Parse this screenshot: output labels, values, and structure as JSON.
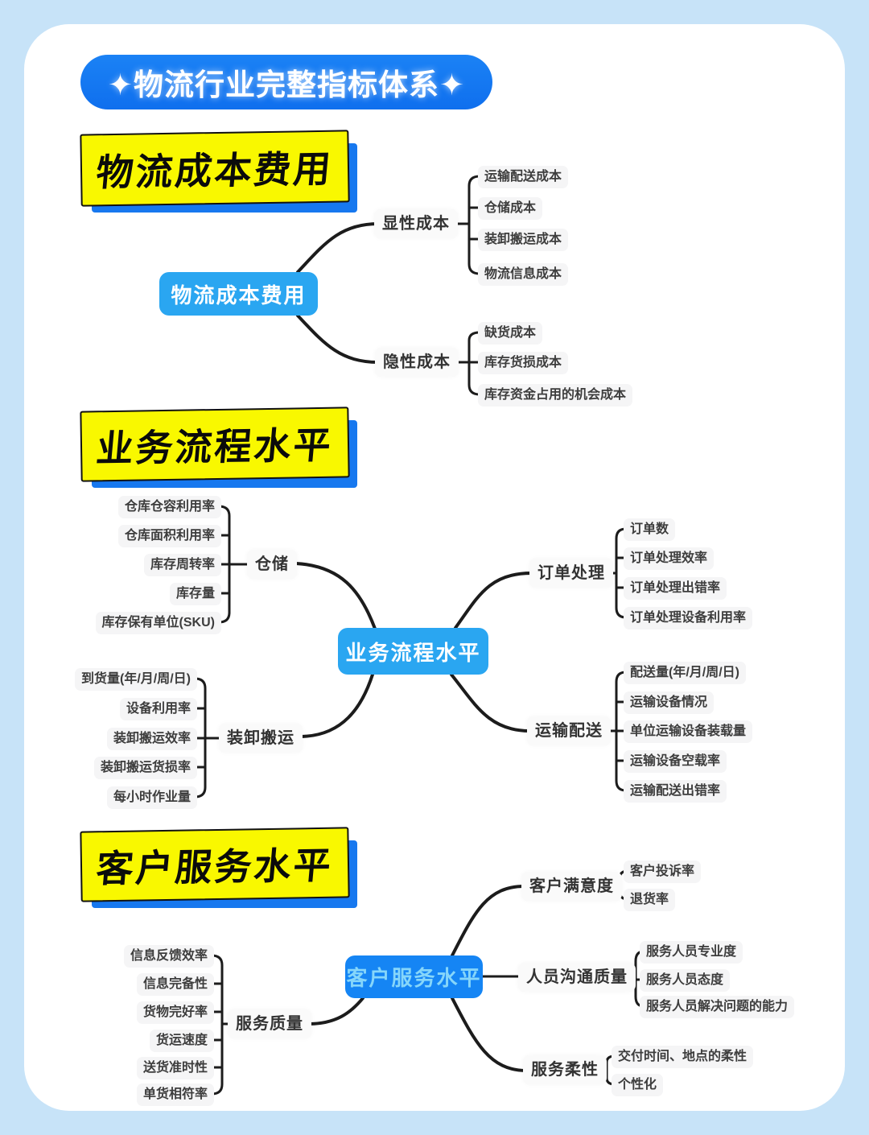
{
  "header": {
    "title": "✦物流行业完整指标体系✦"
  },
  "colors": {
    "page_bg": "#c7e3f8",
    "card_bg": "#ffffff",
    "pill_blue": "#1278f2",
    "heading_yellow": "#f9f800",
    "heading_shadow_blue": "#1778ef",
    "central_blue": "#2aa6f1",
    "central_blue_dark": "#1585f4",
    "line_dark": "#1c1c1c",
    "leaf_bg": "#f5f5f6"
  },
  "sections": [
    {
      "heading": "物流成本费用",
      "map": {
        "center": "物流成本费用",
        "branches": [
          {
            "label": "显性成本",
            "leaves": [
              "运输配送成本",
              "仓储成本",
              "装卸搬运成本",
              "物流信息成本"
            ]
          },
          {
            "label": "隐性成本",
            "leaves": [
              "缺货成本",
              "库存货损成本",
              "库存资金占用的机会成本"
            ]
          }
        ]
      }
    },
    {
      "heading": "业务流程水平",
      "map": {
        "center": "业务流程水平",
        "branches": [
          {
            "label": "仓储",
            "leaves": [
              "仓库仓容利用率",
              "仓库面积利用率",
              "库存周转率",
              "库存量",
              "库存保有单位(SKU)"
            ]
          },
          {
            "label": "订单处理",
            "leaves": [
              "订单数",
              "订单处理效率",
              "订单处理出错率",
              "订单处理设备利用率"
            ]
          },
          {
            "label": "装卸搬运",
            "leaves": [
              "到货量(年/月/周/日)",
              "设备利用率",
              "装卸搬运效率",
              "装卸搬运货损率",
              "每小时作业量"
            ]
          },
          {
            "label": "运输配送",
            "leaves": [
              "配送量(年/月/周/日)",
              "运输设备情况",
              "单位运输设备装载量",
              "运输设备空载率",
              "运输配送出错率"
            ]
          }
        ]
      }
    },
    {
      "heading": "客户服务水平",
      "map": {
        "center": "客户服务水平",
        "branches": [
          {
            "label": "客户满意度",
            "leaves": [
              "客户投诉率",
              "退货率"
            ]
          },
          {
            "label": "人员沟通质量",
            "leaves": [
              "服务人员专业度",
              "服务人员态度",
              "服务人员解决问题的能力"
            ]
          },
          {
            "label": "服务柔性",
            "leaves": [
              "交付时间、地点的柔性",
              "个性化"
            ]
          },
          {
            "label": "服务质量",
            "leaves": [
              "信息反馈效率",
              "信息完备性",
              "货物完好率",
              "货运速度",
              "送货准时性",
              "单货相符率"
            ]
          }
        ]
      }
    }
  ]
}
